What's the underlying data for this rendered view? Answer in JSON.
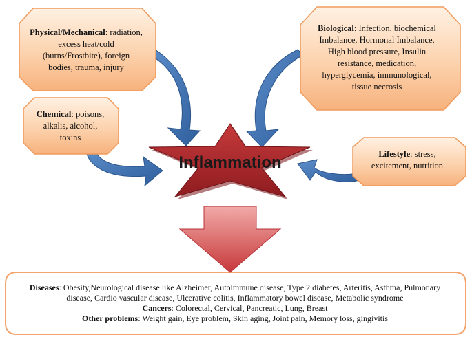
{
  "center": {
    "label": "Inflammation"
  },
  "physical": {
    "heading": "Physical/Mechanical",
    "text_line1": ": radiation, excess heat/cold",
    "text_line2": "(burns/Frostbite), foreign",
    "text_line3": "bodies, trauma, injury"
  },
  "biological": {
    "heading": "Biological",
    "text_line1": ": Infection, biochemical",
    "text_line2": "Imbalance, Hormonal Imbalance,",
    "text_line3": "High blood pressure, Insulin",
    "text_line4": "resistance, medication,",
    "text_line5": "hyperglycemia, immunological,",
    "text_line6": "tissue necrosis"
  },
  "chemical": {
    "heading": "Chemical",
    "text_line1": ": poisons,",
    "text_line2": "alkalis, alcohol,",
    "text_line3": "toxins"
  },
  "lifestyle": {
    "heading": "Lifestyle",
    "text_line1": ": stress,",
    "text_line2": "excitement, nutrition"
  },
  "outcomes": {
    "diseases_heading": "Diseases",
    "diseases_line1": ": Obesity,Neurological disease like Alzheimer, Autoimmune disease, Type 2 diabetes, Arteritis, Asthma, Pulmonary",
    "diseases_line2": "disease, Cardio vascular disease, Ulcerative colitis, Inflammatory bowel disease, Metabolic syndrome",
    "cancers_heading": "Cancers",
    "cancers_text": ": Colorectal, Cervical, Pancreatic, Lung, Breast",
    "other_heading": "Other problems",
    "other_text": ": Weight gain, Eye problem, Skin aging, Joint pain, Memory loss, gingivitis"
  },
  "colors": {
    "box_fill_light": "#fde3c9",
    "box_fill_dark": "#f8b98a",
    "box_stroke": "#f4a36a",
    "arrow_blue": "#3d6fae",
    "star_red": "#b0282c",
    "down_arrow": "#c6383a"
  }
}
